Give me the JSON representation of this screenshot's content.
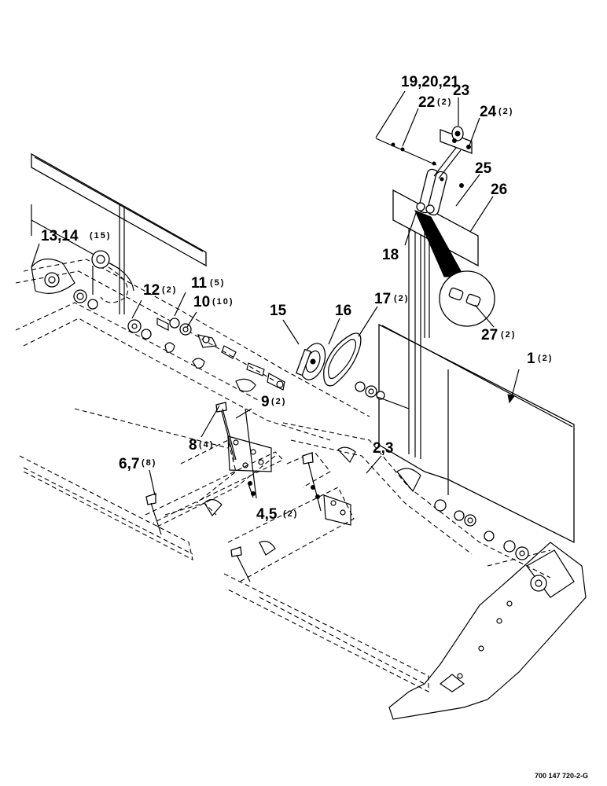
{
  "callouts": [
    {
      "id": "c1",
      "number": "1",
      "qty": "(2)"
    },
    {
      "id": "c23",
      "number": "2,3",
      "qty": ""
    },
    {
      "id": "c45",
      "number": "4,5",
      "qty": "(2)"
    },
    {
      "id": "c67",
      "number": "6,7",
      "qty": "(8)"
    },
    {
      "id": "c8",
      "number": "8",
      "qty": "(4)"
    },
    {
      "id": "c9",
      "number": "9",
      "qty": "(2)"
    },
    {
      "id": "c10",
      "number": "10",
      "qty": "(10)"
    },
    {
      "id": "c11",
      "number": "11",
      "qty": "(5)"
    },
    {
      "id": "c12",
      "number": "12",
      "qty": "(2)"
    },
    {
      "id": "c1314",
      "number": "13,14",
      "qty": "(15)"
    },
    {
      "id": "c15",
      "number": "15",
      "qty": ""
    },
    {
      "id": "c16",
      "number": "16",
      "qty": ""
    },
    {
      "id": "c17",
      "number": "17",
      "qty": "(2)"
    },
    {
      "id": "c18",
      "number": "18",
      "qty": ""
    },
    {
      "id": "c192021",
      "number": "19,20,21",
      "qty": ""
    },
    {
      "id": "c22",
      "number": "22",
      "qty": "(2)"
    },
    {
      "id": "c23b",
      "number": "23",
      "qty": ""
    },
    {
      "id": "c24",
      "number": "24",
      "qty": "(2)"
    },
    {
      "id": "c25",
      "number": "25",
      "qty": ""
    },
    {
      "id": "c26",
      "number": "26",
      "qty": ""
    },
    {
      "id": "c27",
      "number": "27",
      "qty": "(2)"
    }
  ],
  "drawing_code": "700 147 720-2-G"
}
